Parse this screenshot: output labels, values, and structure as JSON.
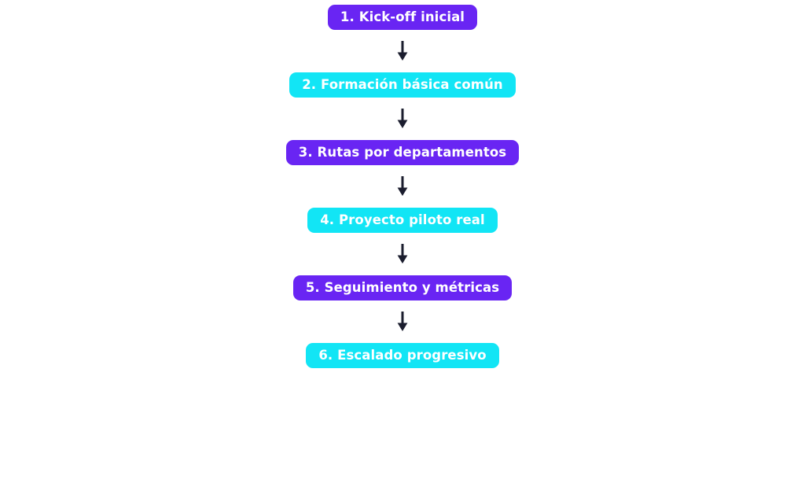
{
  "diagram": {
    "type": "flowchart",
    "orientation": "vertical-top-to-bottom",
    "background_color": "#ffffff",
    "colors": {
      "purple": "#6925f3",
      "cyan": "#12e5f5",
      "node_text": "#ffffff",
      "arrow": "#1b1d2e"
    },
    "nodes": [
      {
        "step": "1",
        "label": "1. Kick-off inicial",
        "color": "purple"
      },
      {
        "step": "2",
        "label": "2. Formación básica común",
        "color": "cyan"
      },
      {
        "step": "3",
        "label": "3. Rutas por departamentos",
        "color": "purple"
      },
      {
        "step": "4",
        "label": "4. Proyecto piloto real",
        "color": "cyan"
      },
      {
        "step": "5",
        "label": "5. Seguimiento y métricas",
        "color": "purple"
      },
      {
        "step": "6",
        "label": "6. Escalado progresivo",
        "color": "cyan"
      }
    ],
    "connectors": [
      {
        "from": "1",
        "to": "2",
        "icon": "arrow-down-icon"
      },
      {
        "from": "2",
        "to": "3",
        "icon": "arrow-down-icon"
      },
      {
        "from": "3",
        "to": "4",
        "icon": "arrow-down-icon"
      },
      {
        "from": "4",
        "to": "5",
        "icon": "arrow-down-icon"
      },
      {
        "from": "5",
        "to": "6",
        "icon": "arrow-down-icon"
      }
    ]
  }
}
